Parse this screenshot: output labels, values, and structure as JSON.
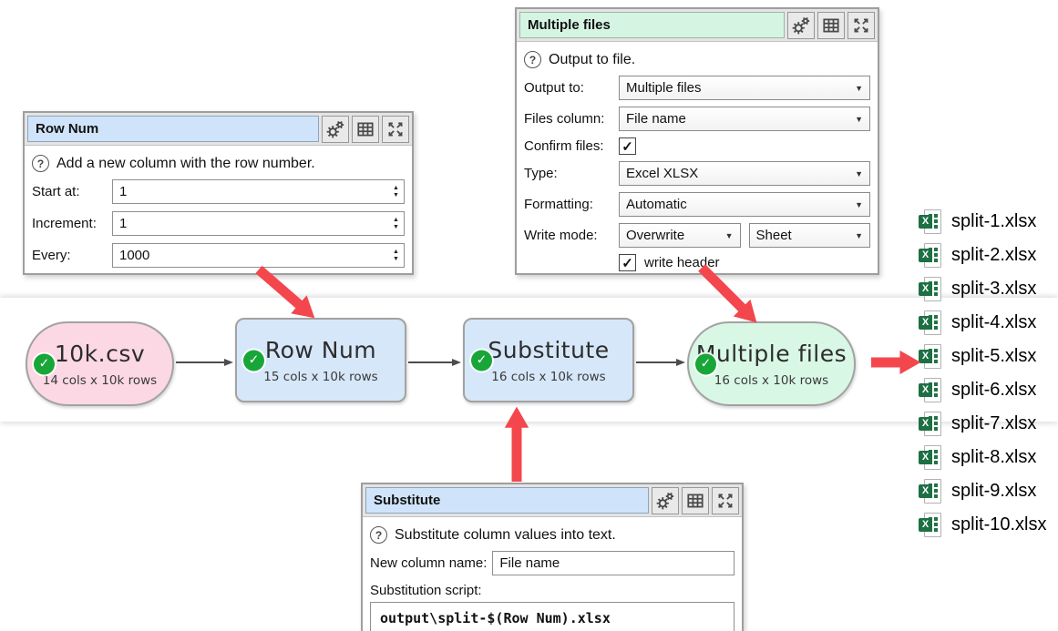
{
  "glyphs": {
    "dropdown_arrow": "▼",
    "spin_up": "▲",
    "spin_down": "▼",
    "check": "✓",
    "help": "?"
  },
  "colors": {
    "node_pink": "#fbd8e3",
    "node_blue": "#d6e7f9",
    "node_green": "#d9f7e5",
    "title_blue": "#cfe4fa",
    "title_green": "#d5f5e2",
    "status_check_green": "#18a639",
    "arrow_red": "#f3474d",
    "connector_gray": "#4d4d4d",
    "excel_green": "#217346"
  },
  "panels": {
    "row_num": {
      "title": "Row Num",
      "help": "Add a new column with the row number.",
      "fields": [
        {
          "label": "Start at:",
          "value": "1"
        },
        {
          "label": "Increment:",
          "value": "1"
        },
        {
          "label": "Every:",
          "value": "1000"
        }
      ]
    },
    "multiple_files": {
      "title": "Multiple files",
      "help": "Output to file.",
      "rows": [
        {
          "label": "Output to:",
          "value": "Multiple files"
        },
        {
          "label": "Files column:",
          "value": "File name"
        },
        {
          "label": "Confirm files:",
          "checked": true
        },
        {
          "label": "Type:",
          "value": "Excel XLSX"
        },
        {
          "label": "Formatting:",
          "value": "Automatic"
        },
        {
          "label": "Write mode:",
          "value": "Overwrite",
          "value2": "Sheet"
        },
        {
          "checkbox_label": "write header",
          "checked": true
        }
      ]
    },
    "substitute": {
      "title": "Substitute",
      "help": "Substitute column values into text.",
      "new_column_label": "New column name:",
      "new_column_value": "File name",
      "script_label": "Substitution script:",
      "script": "output\\split-$(Row Num).xlsx"
    }
  },
  "flow": {
    "nodes": [
      {
        "label": "10k.csv",
        "sublabel": "14 cols x 10k rows"
      },
      {
        "label": "Row Num",
        "sublabel": "15 cols x 10k rows"
      },
      {
        "label": "Substitute",
        "sublabel": "16 cols x 10k rows"
      },
      {
        "label": "Multiple files",
        "sublabel": "16 cols x 10k rows"
      }
    ]
  },
  "files": {
    "icon_letter": "X",
    "items": [
      "split-1.xlsx",
      "split-2.xlsx",
      "split-3.xlsx",
      "split-4.xlsx",
      "split-5.xlsx",
      "split-6.xlsx",
      "split-7.xlsx",
      "split-8.xlsx",
      "split-9.xlsx",
      "split-10.xlsx"
    ]
  }
}
